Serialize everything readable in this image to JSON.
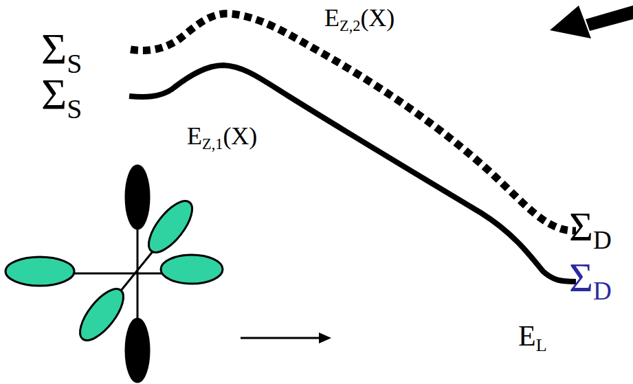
{
  "diagram": {
    "labels": [
      "ΣS",
      "ΣS",
      "EZ,2(X)",
      "EZ,1(X)",
      "ΣD",
      "ΣD",
      "EL"
    ]
  }
}
